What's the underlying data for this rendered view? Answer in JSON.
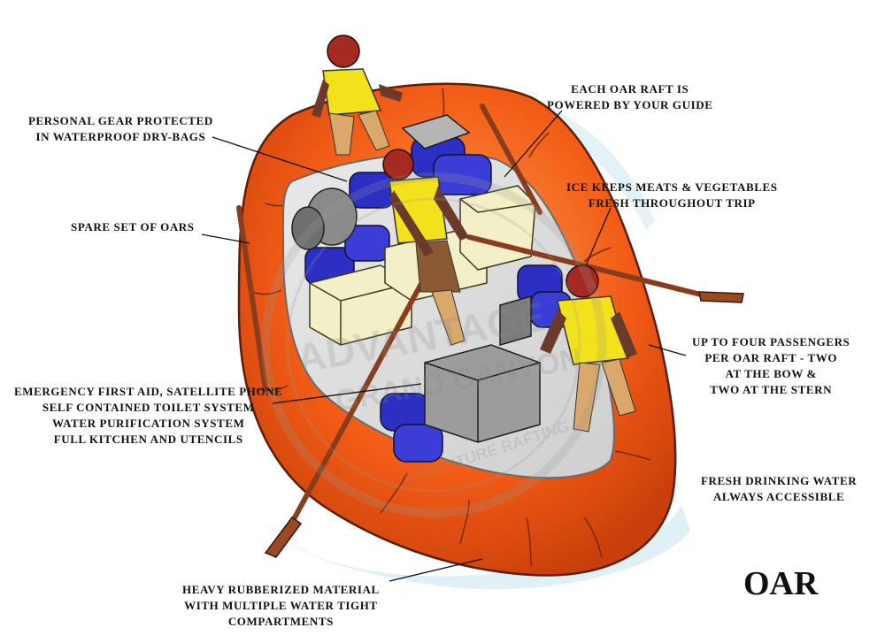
{
  "title": "OAR",
  "callouts": {
    "personal_gear": [
      "PERSONAL GEAR PROTECTED",
      "IN WATERPROOF DRY-BAGS"
    ],
    "guide": [
      "EACH OAR RAFT IS",
      "POWERED BY YOUR GUIDE"
    ],
    "ice": [
      "ICE KEEPS MEATS & VEGETABLES",
      "FRESH THROUGHOUT TRIP"
    ],
    "spare_oars": [
      "SPARE SET OF OARS"
    ],
    "passengers": [
      "UP TO FOUR PASSENGERS",
      "PER OAR RAFT - TWO",
      "AT THE BOW &",
      "TWO AT THE STERN"
    ],
    "emergency": [
      "EMERGENCY FIRST AID, SATELLITE PHONE",
      "SELF CONTAINED TOILET SYSTEM",
      "WATER PURIFICATION SYSTEM",
      "FULL KITCHEN AND UTENCILS"
    ],
    "water": [
      "FRESH DRINKING WATER",
      "ALWAYS ACCESSIBLE"
    ],
    "material": [
      "HEAVY RUBBERIZED MATERIAL",
      "WITH MULTIPLE WATER TIGHT",
      "COMPARTMENTS"
    ]
  },
  "watermark": {
    "line1": "ADVANTAGE",
    "line2": "GRAND CANYON",
    "line3": "ADVENTURE RAFTING"
  },
  "colors": {
    "raft": "#f05a14",
    "raft_light": "#ff8a3a",
    "dry_bag": "#2b2fc4",
    "cooler": "#f3efc6",
    "box": "#9c9c9c",
    "vest": "#f2e21c",
    "helmet": "#a52a22",
    "oar": "#8a3d1c"
  }
}
